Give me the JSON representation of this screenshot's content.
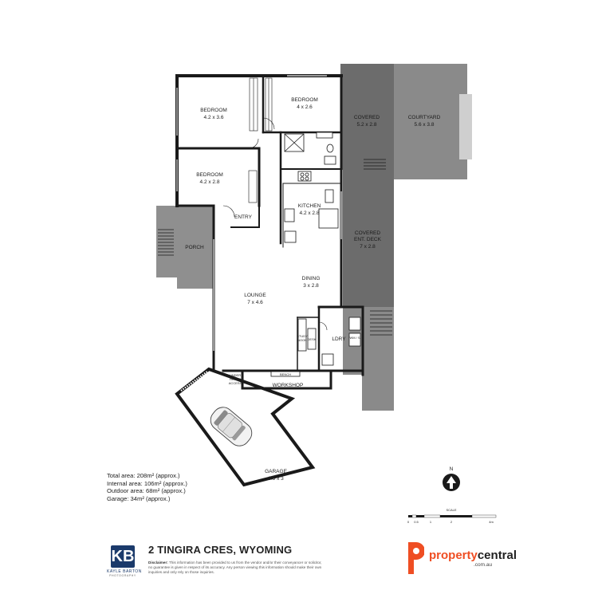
{
  "rooms": {
    "bedroom1": {
      "name": "BEDROOM",
      "size": "4.2 x 3.6"
    },
    "bedroom2": {
      "name": "BEDROOM",
      "size": "4 x 2.6"
    },
    "bedroom3": {
      "name": "BEDROOM",
      "size": "4.2 x 2.8"
    },
    "covered": {
      "name": "COVERED",
      "size": "5.2 x 2.8"
    },
    "courtyard": {
      "name": "COURTYARD",
      "size": "5.6 x 3.8"
    },
    "kitchen": {
      "name": "KITCHEN",
      "size": "4.2 x 2.8"
    },
    "entry": {
      "name": "ENTRY"
    },
    "porch": {
      "name": "PORCH"
    },
    "covered_deck": {
      "name_line1": "COVERED",
      "name_line2": "ENT. DECK",
      "size": "7 x 2.8"
    },
    "dining": {
      "name": "DINING",
      "size": "3 x 2.8"
    },
    "lounge": {
      "name": "LOUNGE",
      "size": "7 x 4.6"
    },
    "study": {
      "line1": "STUDY",
      "line2": "NOOK"
    },
    "desk": {
      "name": "DESK"
    },
    "ldry": {
      "name": "LDRY"
    },
    "wm": {
      "name": "WM / S"
    },
    "bench": {
      "name": "BENCH"
    },
    "under_house": {
      "line1": "UNDER",
      "line2": "HOUSE",
      "line3": "ACCESS"
    },
    "workshop": {
      "name": "WORKSHOP"
    },
    "garage": {
      "name": "GARAGE",
      "size": "6.8 x 3"
    }
  },
  "areas": {
    "total": "Total area: 208m² (approx.)",
    "internal": "Internal area: 106m² (approx.)",
    "outdoor": "Outdoor area: 68m² (approx.)",
    "garage": "Garage: 34m² (approx.)"
  },
  "compass": {
    "label": "N"
  },
  "scale": {
    "title": "SCALE",
    "ticks": [
      "0",
      "0.5",
      "1",
      "2",
      "4m"
    ]
  },
  "address": "2 TINGIRA CRES, WYOMING",
  "disclaimer": {
    "label": "Disclaimer:",
    "text": "This information has been provided to us from the vendor and/or their conveyancer or solicitor, no guarantee is given in respect of its accuracy. Any person viewing this information should make their own inquiries and only rely on those inquiries."
  },
  "photographer": {
    "initials": "KB",
    "name": "KAYLE BARTON",
    "sub": "PHOTOGRAPHY"
  },
  "agency": {
    "name_a": "property",
    "name_b": "central",
    "domain": ".com.au"
  },
  "colors": {
    "wall": "#1a1a1a",
    "deck_dark": "#6c6c6c",
    "deck_mid": "#8a8a8a",
    "porch": "#8f8f8f",
    "brand_orange": "#ef4e23"
  }
}
